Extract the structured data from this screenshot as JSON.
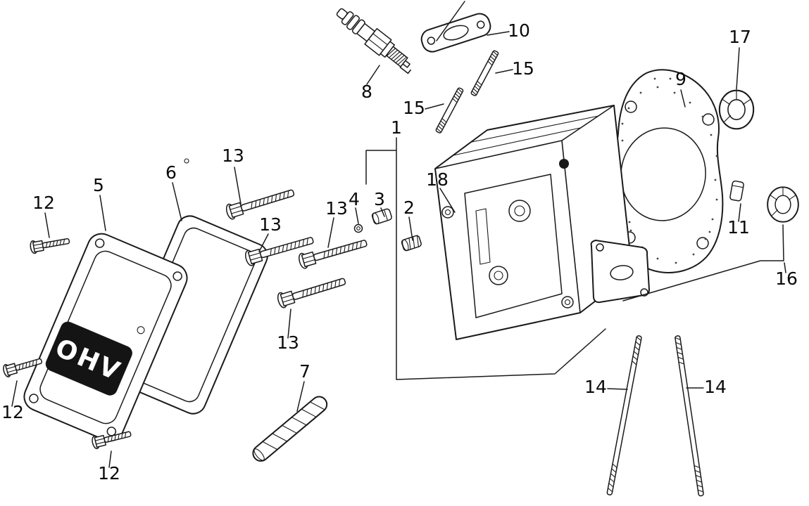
{
  "diagram": {
    "type": "exploded-parts-diagram",
    "subject": "engine-cylinder-head-assembly",
    "cover_badge": "OHV",
    "colors": {
      "background": "#ffffff",
      "ink": "#1a1a1a",
      "badge_bg": "#111111",
      "badge_text": "#ffffff"
    },
    "callouts": [
      {
        "text": "8",
        "part": "spark-plug"
      },
      {
        "text": "10",
        "part": "port-gasket"
      },
      {
        "text": "15",
        "part": "stud-short"
      },
      {
        "text": "15",
        "part": "stud-short"
      },
      {
        "text": "17",
        "part": "seal-ring-upper"
      },
      {
        "text": "9",
        "part": "head-gasket"
      },
      {
        "text": "1",
        "part": "cylinder-head"
      },
      {
        "text": "18",
        "part": "head-boss"
      },
      {
        "text": "4",
        "part": "o-ring"
      },
      {
        "text": "3",
        "part": "cap"
      },
      {
        "text": "2",
        "part": "cap"
      },
      {
        "text": "13",
        "part": "flange-bolt"
      },
      {
        "text": "13",
        "part": "flange-bolt"
      },
      {
        "text": "13",
        "part": "flange-bolt"
      },
      {
        "text": "13",
        "part": "flange-bolt"
      },
      {
        "text": "6",
        "part": "cover-gasket"
      },
      {
        "text": "5",
        "part": "valve-cover"
      },
      {
        "text": "12",
        "part": "flange-bolt-small"
      },
      {
        "text": "12",
        "part": "flange-bolt-small"
      },
      {
        "text": "12",
        "part": "flange-bolt-small"
      },
      {
        "text": "7",
        "part": "tube"
      },
      {
        "text": "11",
        "part": "dowel-pin"
      },
      {
        "text": "16",
        "part": "seal-ring-lower"
      },
      {
        "text": "14",
        "part": "stud-long"
      },
      {
        "text": "14",
        "part": "stud-long"
      }
    ]
  }
}
